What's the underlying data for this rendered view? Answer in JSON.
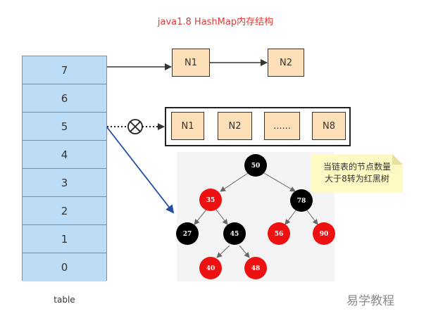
{
  "title": "java1.8 HashMap内存结构",
  "table": {
    "cells": [
      "7",
      "6",
      "5",
      "4",
      "3",
      "2",
      "1",
      "0"
    ],
    "label": "table"
  },
  "chain_top": [
    "N1",
    "N2"
  ],
  "chain_collection": [
    "N1",
    "N2",
    "......",
    "N8"
  ],
  "tree": {
    "nodes": [
      {
        "value": "50",
        "color": "black"
      },
      {
        "value": "35",
        "color": "red"
      },
      {
        "value": "78",
        "color": "black"
      },
      {
        "value": "27",
        "color": "black"
      },
      {
        "value": "45",
        "color": "black"
      },
      {
        "value": "56",
        "color": "red"
      },
      {
        "value": "90",
        "color": "red"
      },
      {
        "value": "40",
        "color": "red"
      },
      {
        "value": "48",
        "color": "red"
      }
    ]
  },
  "note": {
    "line1": "当链表的节点数量",
    "line2": "大于8转为红黑树"
  },
  "watermark": "易学教程",
  "colors": {
    "title": "#e53935",
    "table_fill": "#bddcf5",
    "node_fill": "#fde0b8",
    "note_fill": "#fff9c4",
    "tree_red": "#ee1111",
    "tree_black": "#000000",
    "arrow_blue": "#1f4fa3"
  }
}
